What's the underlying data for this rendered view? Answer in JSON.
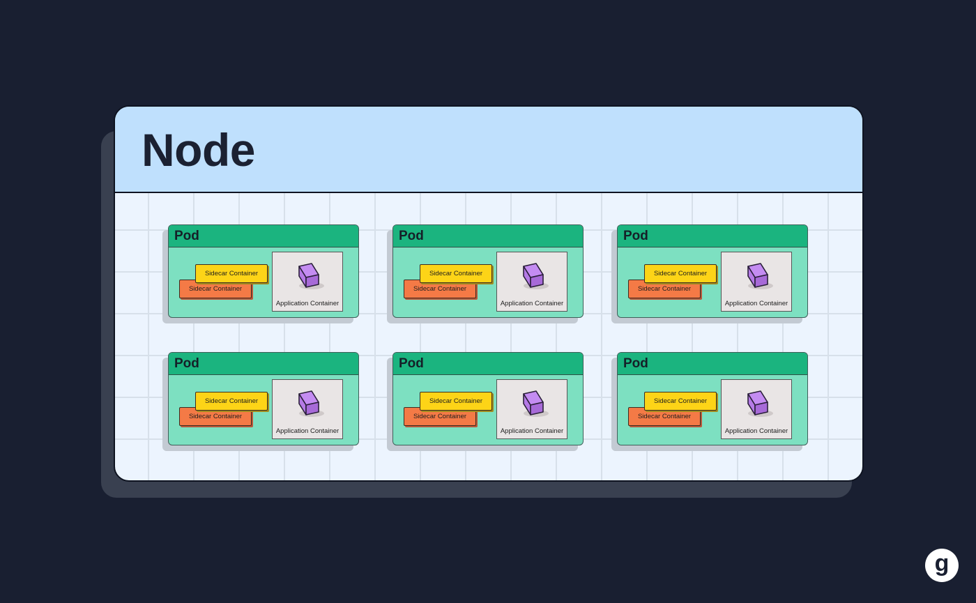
{
  "node": {
    "title": "Node"
  },
  "pods": [
    {
      "title": "Pod",
      "sidecar_front": "Sidecar Container",
      "sidecar_back": "Sidecar Container",
      "app": "Application Container"
    },
    {
      "title": "Pod",
      "sidecar_front": "Sidecar Container",
      "sidecar_back": "Sidecar Container",
      "app": "Application Container"
    },
    {
      "title": "Pod",
      "sidecar_front": "Sidecar Container",
      "sidecar_back": "Sidecar Container",
      "app": "Application Container"
    },
    {
      "title": "Pod",
      "sidecar_front": "Sidecar Container",
      "sidecar_back": "Sidecar Container",
      "app": "Application Container"
    },
    {
      "title": "Pod",
      "sidecar_front": "Sidecar Container",
      "sidecar_back": "Sidecar Container",
      "app": "Application Container"
    },
    {
      "title": "Pod",
      "sidecar_front": "Sidecar Container",
      "sidecar_back": "Sidecar Container",
      "app": "Application Container"
    }
  ],
  "logo": {
    "letter": "g",
    "icon": "brand-logo-icon"
  },
  "colors": {
    "background": "#191f31",
    "node_header": "#bfe0fd",
    "node_body": "#ecf4fe",
    "pod_header": "#1bb47f",
    "pod_body": "#7de0c1",
    "sidecar_front": "#fdd417",
    "sidecar_back": "#f47a46",
    "app_box": "#e9e5e5",
    "cube": "#c48cf2"
  }
}
